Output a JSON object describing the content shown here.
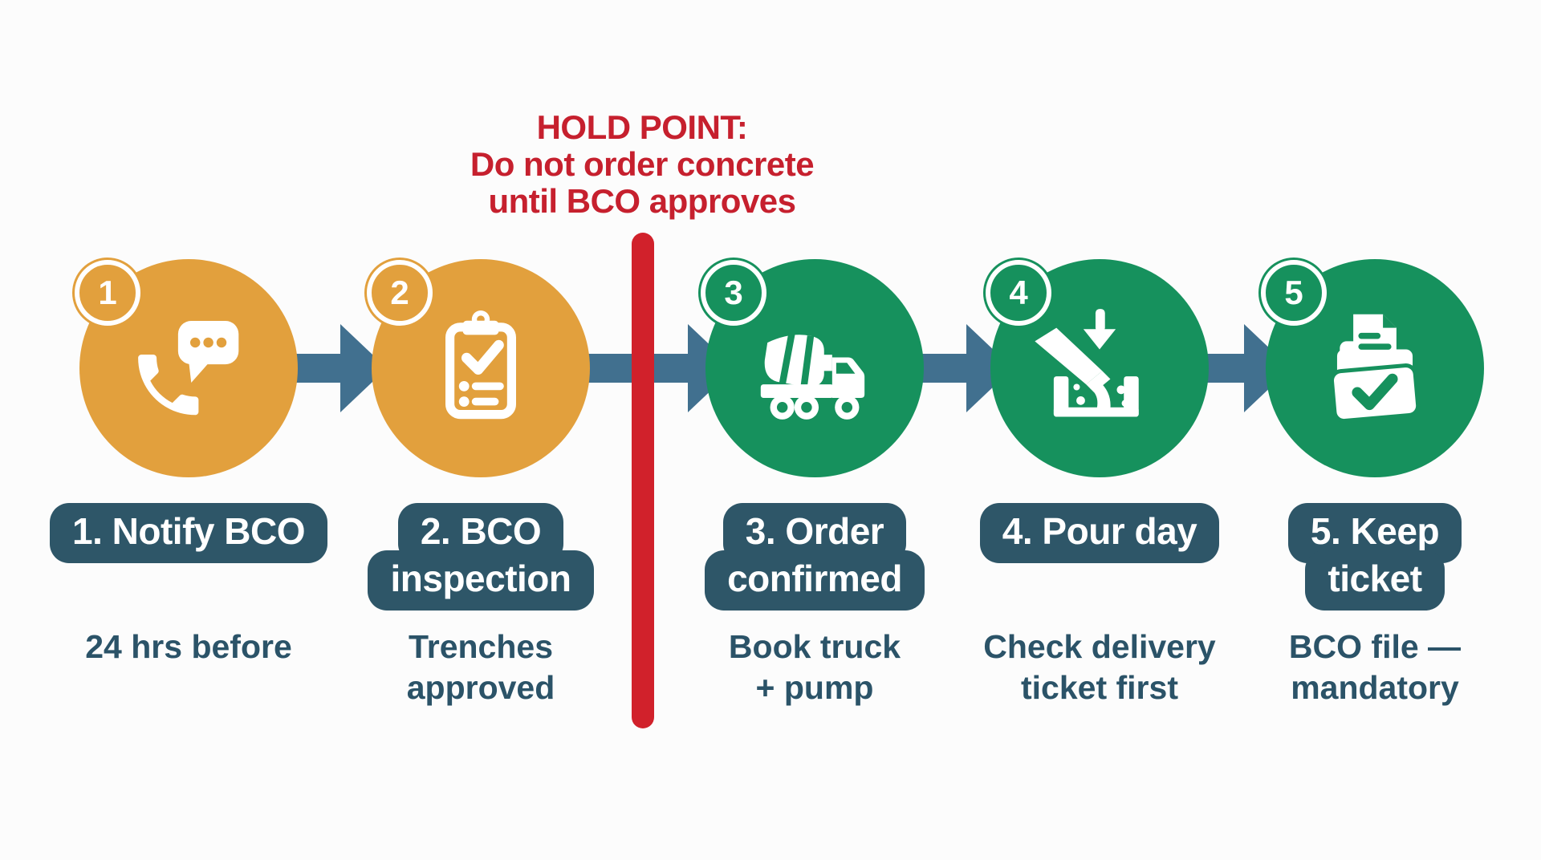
{
  "hold_point": {
    "lines": [
      "HOLD POINT:",
      "Do not order concrete",
      "until BCO approves"
    ]
  },
  "steps": [
    {
      "number": "1",
      "pill_lines": [
        "1. Notify BCO"
      ],
      "sub_lines": [
        "24 hrs before"
      ],
      "icon": "phone-chat-icon",
      "color": "#E2A03D"
    },
    {
      "number": "2",
      "pill_lines": [
        "2. BCO",
        "inspection"
      ],
      "sub_lines": [
        "Trenches",
        "approved"
      ],
      "icon": "clipboard-checklist-icon",
      "color": "#E2A03D"
    },
    {
      "number": "3",
      "pill_lines": [
        "3. Order",
        "confirmed"
      ],
      "sub_lines": [
        "Book truck",
        "+ pump"
      ],
      "icon": "concrete-mixer-truck-icon",
      "color": "#16915D"
    },
    {
      "number": "4",
      "pill_lines": [
        "4. Pour day"
      ],
      "sub_lines": [
        "Check delivery",
        "ticket first"
      ],
      "icon": "concrete-pour-icon",
      "color": "#16915D"
    },
    {
      "number": "5",
      "pill_lines": [
        "5. Keep",
        "ticket"
      ],
      "sub_lines": [
        "BCO file —",
        "mandatory"
      ],
      "icon": "folder-ticket-icon",
      "color": "#16915D"
    }
  ],
  "colors": {
    "step_orange": "#E2A03D",
    "step_green": "#16915D",
    "arrow_blue": "#41708F",
    "label_navy": "#2E5668",
    "sub_text": "#2B5368",
    "hold_red_text": "#C6202E",
    "hold_red_line": "#D1212B",
    "background": "#FCFCFC"
  }
}
